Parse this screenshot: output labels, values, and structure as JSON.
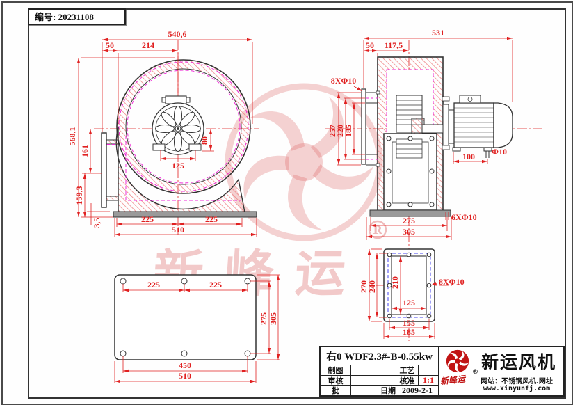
{
  "frame": {
    "doc_no": "编号: 20231108"
  },
  "views": {
    "front": {
      "w_total": "540,6",
      "w_outlet": "50",
      "w_mid": "214",
      "h_total": "568,1",
      "h_161": "161",
      "h_159": "159,3",
      "h_base": "3,5",
      "d_80": "80",
      "d_125": "125",
      "b_225L": "225",
      "b_225R": "225",
      "b_510": "510"
    },
    "side": {
      "w_total": "531",
      "w_50": "50",
      "w_117": "117,5",
      "holes_inlet": "8XΦ10",
      "h_257": "257",
      "h_220": "220",
      "h_185": "185",
      "m_100": "100",
      "m_d10": "Φ10",
      "holes_base": "6XΦ10",
      "b_275": "275",
      "b_305": "305"
    },
    "base": {
      "t_225L": "225",
      "t_225R": "225",
      "r_275": "275",
      "r_305": "305",
      "b_450": "450",
      "b_510": "510"
    },
    "flange": {
      "h_270": "270",
      "h_240": "240",
      "h_210": "210",
      "w_125": "125",
      "holes": "8XΦ10",
      "w_155": "155",
      "w_185": "185"
    }
  },
  "title_block": {
    "model": "右0 WDF2.3#-B-0.55kw",
    "drafted_label": "制图",
    "process_label": "工艺",
    "checked_label": "审核",
    "approved_label": "核准",
    "scale": "1:1",
    "approve2_label": "批",
    "date_label": "日期",
    "date_value": "2009-2-1",
    "company": "新运风机",
    "brand_script": "新峰运",
    "registered_mark": "®",
    "website_line1": "网站：不锈钢风机.网址",
    "website_line2": "www.xinyunfj.com"
  },
  "watermark": {
    "brand": "新峰运",
    "registered": "R"
  },
  "colors": {
    "dimension_red": "#e02020",
    "line_black": "#333333",
    "hatch_pink": "#ee7a7a",
    "magenta": "#f02bd8",
    "bolt_blue": "#4343ee",
    "logo_red": "#c11414",
    "watermark_pink": "#d75050"
  }
}
